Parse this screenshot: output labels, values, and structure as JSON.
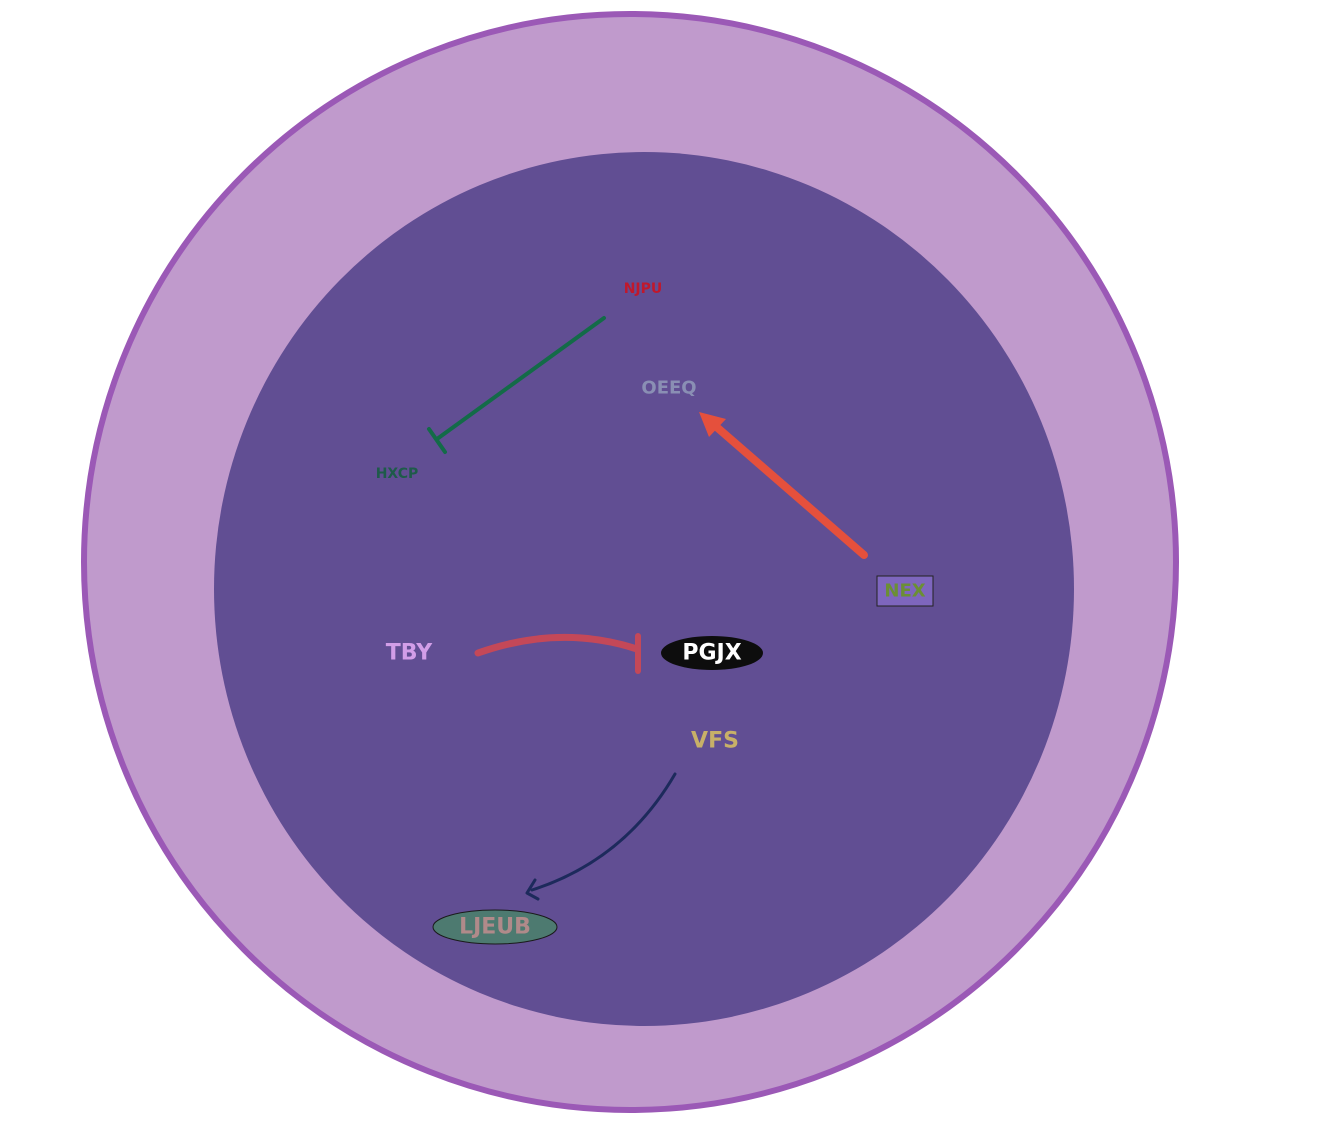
{
  "colors": {
    "outer_fill": "#c09acc",
    "outer_stroke": "#9b59b6",
    "inner_fill": "#614e93",
    "njpu": "#c0182c",
    "hxcp": "#1e5b4a",
    "oeeq": "#8a8fb4",
    "nex_text": "#6b8f34",
    "nex_box": "#7e66be",
    "tby": "#d29ee8",
    "pgjx_text": "#ffffff",
    "pgjx_fill": "#0d0d0d",
    "vfs": "#c8b068",
    "ljeub_text": "#b08a8a",
    "ljeub_fill": "#4d7a70",
    "edge_njpu_hxcp": "#136b48",
    "edge_nex_oeeq": "#e5503c",
    "edge_tby_pgjx": "#c44858",
    "edge_vfs_ljeub": "#1d2a5c"
  },
  "nodes": {
    "njpu": {
      "label": "NJPU"
    },
    "hxcp": {
      "label": "HXCP"
    },
    "oeeq": {
      "label": "OEEQ"
    },
    "nex": {
      "label": "NEX"
    },
    "tby": {
      "label": "TBY"
    },
    "pgjx": {
      "label": "PGJX"
    },
    "vfs": {
      "label": "VFS"
    },
    "ljeub": {
      "label": "LJEUB"
    }
  },
  "edges": [
    {
      "from": "NJPU",
      "to": "HXCP",
      "type": "inhibition"
    },
    {
      "from": "NEX",
      "to": "OEEQ",
      "type": "activation"
    },
    {
      "from": "TBY",
      "to": "PGJX",
      "type": "inhibition"
    },
    {
      "from": "VFS",
      "to": "LJEUB",
      "type": "activation"
    }
  ]
}
